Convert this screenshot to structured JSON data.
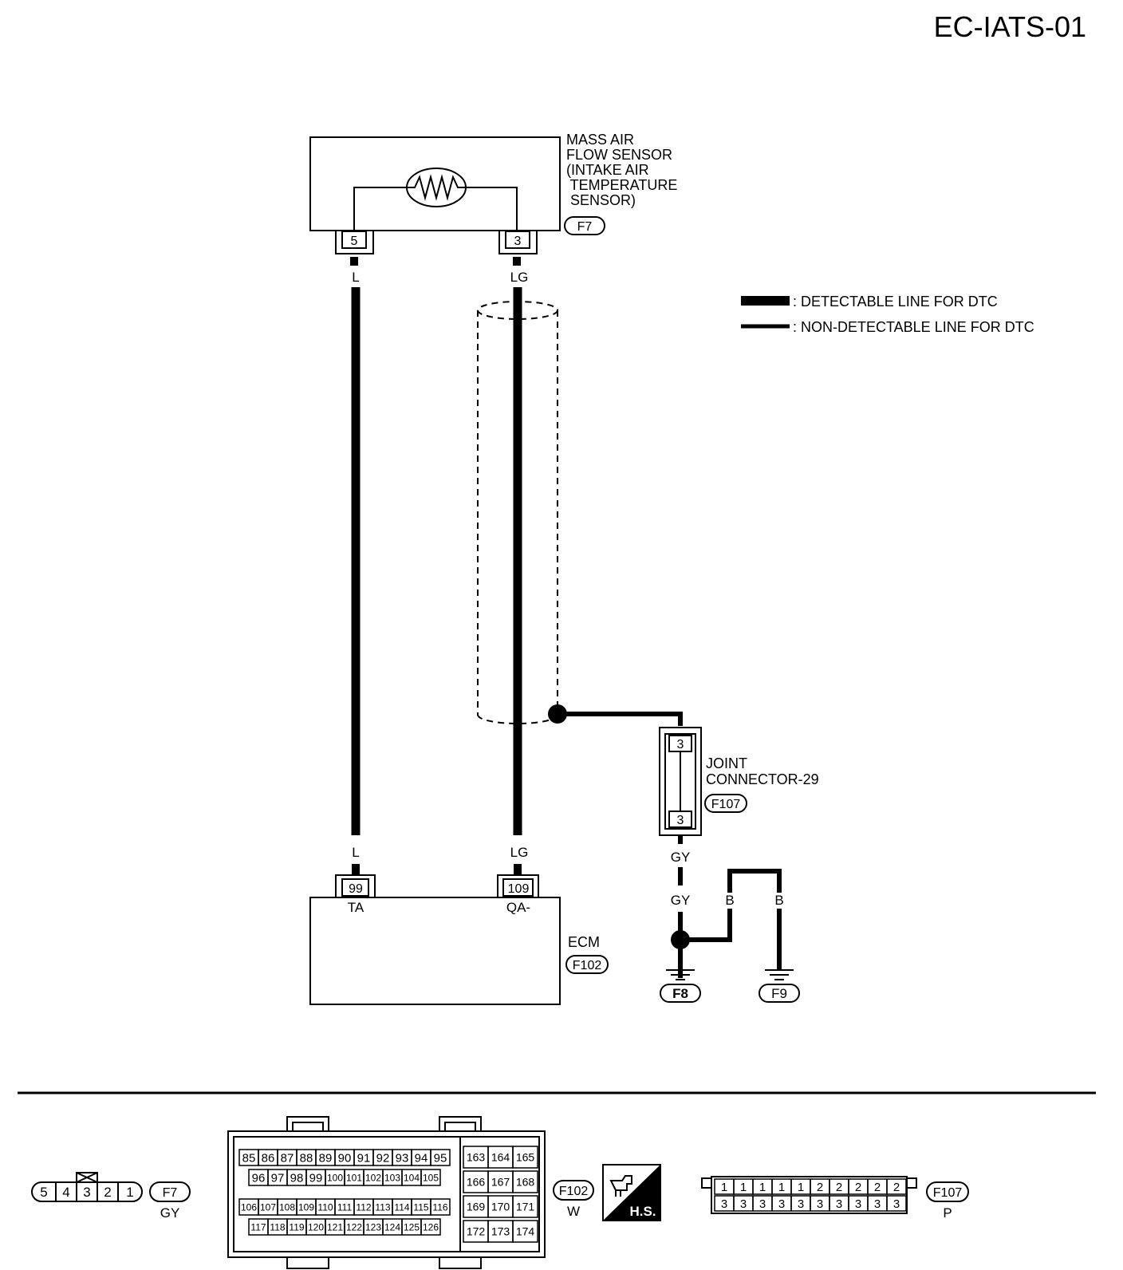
{
  "page_code": "EC-IATS-01",
  "legend": {
    "detectable": ": DETECTABLE LINE FOR DTC",
    "non_detectable": ": NON-DETECTABLE LINE FOR DTC"
  },
  "maf_sensor": {
    "label_lines": [
      "MASS AIR",
      "FLOW SENSOR",
      "(INTAKE AIR",
      " TEMPERATURE",
      " SENSOR)"
    ],
    "connector": "F7",
    "pin_left": "5",
    "pin_right": "3"
  },
  "wires": {
    "left_top": "L",
    "right_top": "LG",
    "left_bottom": "L",
    "right_bottom": "LG",
    "gy_top": "GY",
    "gy_bottom": "GY",
    "b_left": "B",
    "b_right": "B"
  },
  "joint_connector": {
    "label_lines": [
      "JOINT",
      "CONNECTOR-29"
    ],
    "connector": "F107",
    "pin_top": "3",
    "pin_bottom": "3"
  },
  "ecm": {
    "label": "ECM",
    "connector": "F102",
    "pin_left": "99",
    "pin_right": "109",
    "term_left": "TA",
    "term_right": "QA-"
  },
  "grounds": [
    "F8",
    "F9"
  ],
  "connector_views": {
    "f7": {
      "pins": [
        "5",
        "4",
        "3",
        "2",
        "1"
      ],
      "id": "F7",
      "color": "GY"
    },
    "f102": {
      "row1": [
        "85",
        "86",
        "87",
        "88",
        "89",
        "90",
        "91",
        "92",
        "93",
        "94",
        "95"
      ],
      "row2": [
        "96",
        "97",
        "98",
        "99",
        "100",
        "101",
        "102",
        "103",
        "104",
        "105"
      ],
      "row3": [
        "106",
        "107",
        "108",
        "109",
        "110",
        "111",
        "112",
        "113",
        "114",
        "115",
        "116"
      ],
      "row4": [
        "117",
        "118",
        "119",
        "120",
        "121",
        "122",
        "123",
        "124",
        "125",
        "126"
      ],
      "right_grid": [
        [
          "163",
          "164",
          "165"
        ],
        [
          "166",
          "167",
          "168"
        ],
        [
          "169",
          "170",
          "171"
        ],
        [
          "172",
          "173",
          "174"
        ]
      ],
      "id": "F102",
      "color": "W"
    },
    "hs_label": "H.S.",
    "f107": {
      "top_row": [
        "1",
        "1",
        "1",
        "1",
        "1",
        "2",
        "2",
        "2",
        "2",
        "2"
      ],
      "bottom_row": [
        "3",
        "3",
        "3",
        "3",
        "3",
        "3",
        "3",
        "3",
        "3",
        "3"
      ],
      "id": "F107",
      "color": "P"
    }
  }
}
